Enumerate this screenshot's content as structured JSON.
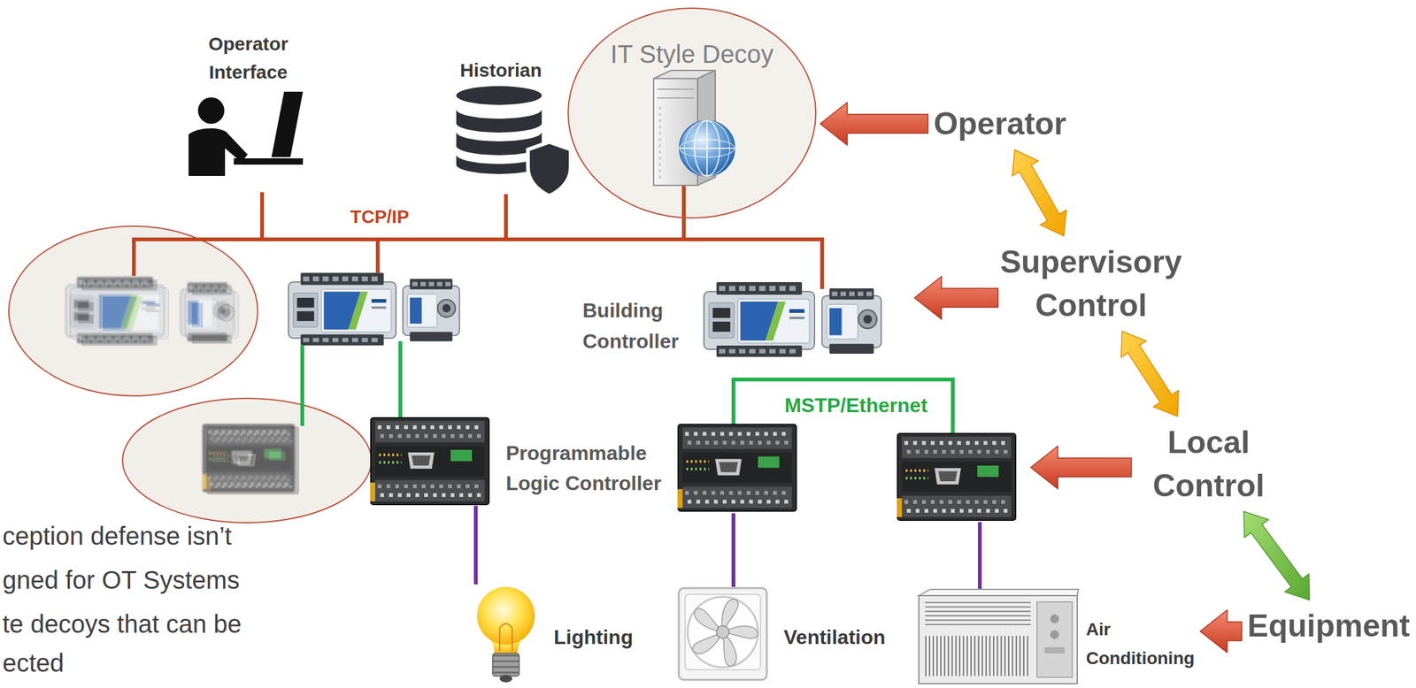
{
  "diagram": {
    "nodes": [
      {
        "text": [
          "Operator Interface"
        ]
      },
      {
        "text": [
          "Historian"
        ]
      },
      {
        "text": [
          "IT Style Decoy"
        ]
      },
      {
        "text": [
          "Operator"
        ]
      },
      {
        "text": [
          "Supervisory Control"
        ]
      },
      {
        "text": [
          "Local Control"
        ]
      },
      {
        "text": [
          "Lighting"
        ]
      },
      {
        "text": [
          "Ventilation"
        ]
      },
      {
        "text": [
          "Air Conditioning"
        ]
      },
      {
        "text": [
          "Equipment"
        ]
      }
    ],
    "edges": [
      {
        "from": 3,
        "to": 2,
        "arrow": "to"
      },
      {
        "from": 3,
        "to": 4,
        "arrow": "both"
      },
      {
        "from": 4,
        "to": 5,
        "arrow": "both"
      },
      {
        "from": 5,
        "to": 9,
        "arrow": "both"
      },
      {
        "from": 9,
        "to": 8,
        "arrow": "to"
      }
    ],
    "labels": [
      "TCP/IP",
      "Building Controller",
      "Programmable Logic Controller",
      "MSTP/Ethernet",
      "ception defense isn’t gned for OT Systems",
      "te decoys that can be ected"
    ]
  }
}
